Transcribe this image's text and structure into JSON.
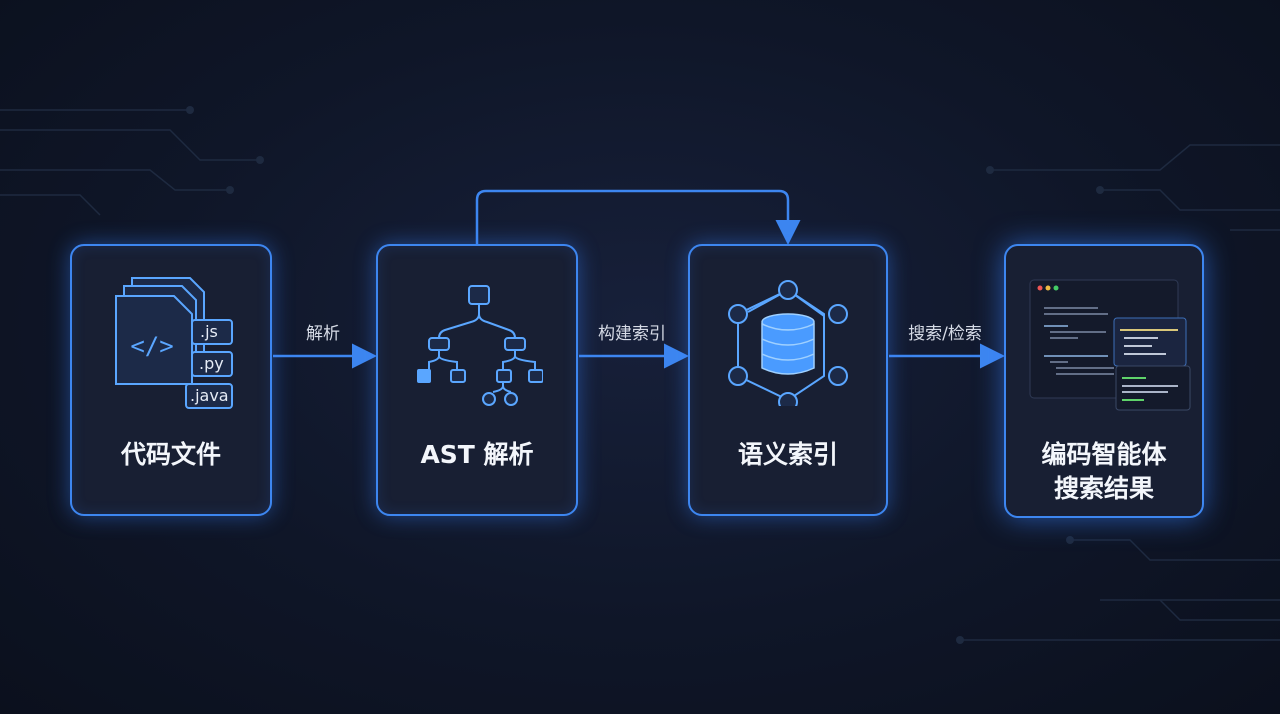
{
  "nodes": [
    {
      "title": "代码文件",
      "icon": "code-files-icon",
      "file_tags": [
        ".js",
        ".py",
        ".java"
      ]
    },
    {
      "title": "AST 解析",
      "icon": "tree-icon"
    },
    {
      "title": "语义索引",
      "icon": "database-network-icon"
    },
    {
      "title_lines": [
        "编码智能体",
        "搜索结果"
      ],
      "icon": "code-editor-icon"
    }
  ],
  "edges": [
    {
      "from": 0,
      "to": 1,
      "label": "解析"
    },
    {
      "from": 1,
      "to": 2,
      "label": "构建索引"
    },
    {
      "from": 2,
      "to": 3,
      "label": "搜索/检索"
    },
    {
      "from": 1,
      "to": 2,
      "label": "",
      "route": "over-top"
    }
  ],
  "colors": {
    "accent": "#3d86f0",
    "background": "#0f1628",
    "box": "#181f33"
  }
}
